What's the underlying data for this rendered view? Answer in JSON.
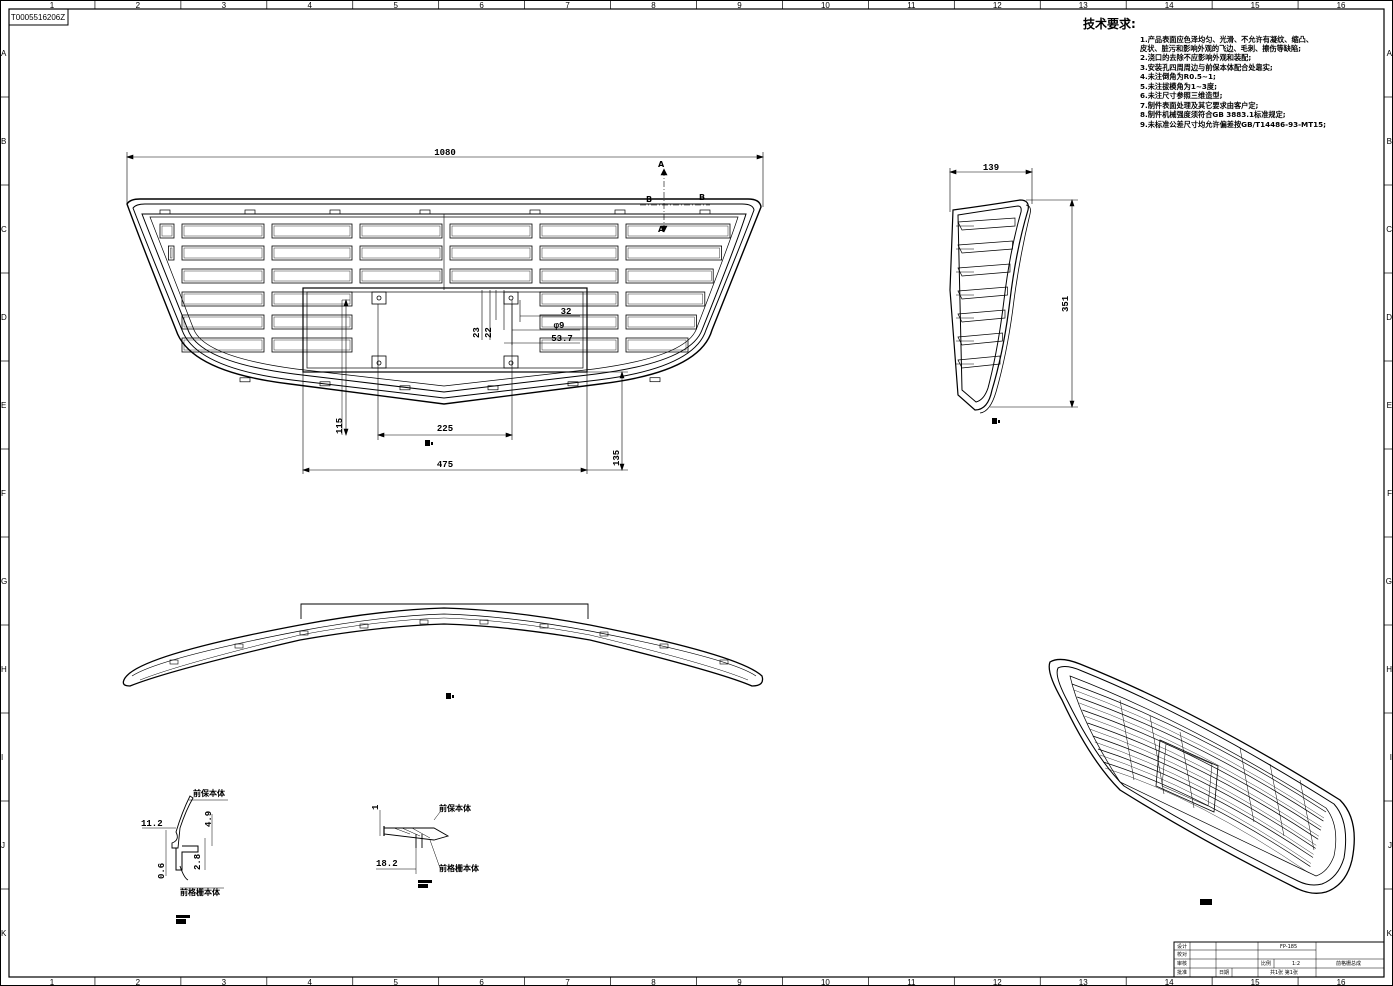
{
  "drawing_number": "T0005516206Z",
  "border": {
    "columns": [
      "1",
      "2",
      "3",
      "4",
      "5",
      "6",
      "7",
      "8",
      "9",
      "10",
      "11",
      "12",
      "13",
      "14",
      "15",
      "16"
    ],
    "rows": [
      "A",
      "B",
      "C",
      "D",
      "E",
      "F",
      "G",
      "H",
      "I",
      "J",
      "K"
    ]
  },
  "requirements": {
    "title": "技术要求:",
    "items": [
      "1.产品表面应色泽均匀、光滑、不允许有凝纹、缩凸、",
      "皮状、脏污和影响外观的飞边、毛刺、擦伤等缺陷;",
      "2.浇口的去除不应影响外观和装配;",
      "3.安装孔四周周边与前保本体配合处靠实;",
      "4.未注倒角为R0.5~1;",
      "5.未注拔模角为1~3度;",
      "6.未注尺寸参照三维造型;",
      "7.制件表面处理及其它要求由客户定;",
      "8.制件机械强度须符合GB 3883.1标准规定;",
      "9.未标准公差尺寸均允许偏差按GB/T14486-93-MT15;"
    ]
  },
  "front_view": {
    "dims": {
      "overall_width": "1080",
      "d32": "32",
      "phi9": "φ9",
      "d53_7": "53.7",
      "d23": "23",
      "d22": "22",
      "d115": "115",
      "d225": "225",
      "d475": "475",
      "d135": "135"
    },
    "section_markers": {
      "a": "A",
      "b": "B"
    }
  },
  "side_view": {
    "dims": {
      "width": "139",
      "height": "351"
    }
  },
  "section_a": {
    "dims": {
      "d11_2": "11.2",
      "d4_9": "4.9",
      "d2_8": "2.8",
      "d0_6": "0.6"
    },
    "labels": {
      "top": "前保本体",
      "bottom": "前格栅本体"
    }
  },
  "section_b": {
    "dims": {
      "d1": "1",
      "d18_2": "18.2"
    },
    "labels": {
      "top": "前保本体",
      "bottom": "前格栅本体"
    }
  },
  "title_block": {
    "designer": "设计",
    "checker": "校对",
    "reviewer": "审核",
    "approver": "批准",
    "scale_label": "比例",
    "scale_value": "1:2",
    "sheet_text": "共1张 第1张",
    "part_no": "FP-185",
    "part_name": "前格栅总成",
    "date_label": "日期"
  }
}
